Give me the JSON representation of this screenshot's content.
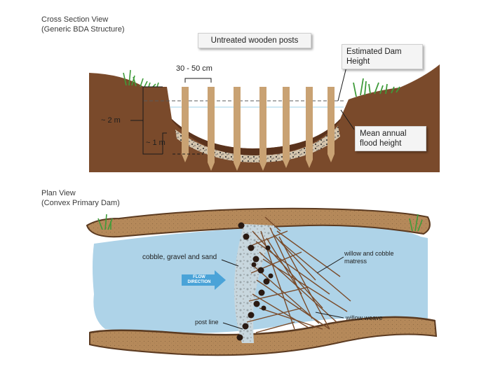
{
  "cross_section": {
    "title_line1": "Cross Section View",
    "title_line2": "(Generic BDA Structure)",
    "callout_posts": "Untreated wooden posts",
    "callout_dam_height_line1": "Estimated Dam",
    "callout_dam_height_line2": "Height",
    "callout_flood_line1": "Mean annual",
    "callout_flood_line2": "flood height",
    "spacing_label": "30 - 50 cm",
    "depth_2m": "~ 2 m",
    "depth_1m": "~ 1 m"
  },
  "plan_view": {
    "title_line1": "Plan View",
    "title_line2": "(Convex Primary Dam)",
    "label_cobble": "cobble, gravel and sand",
    "label_willow_mattress_line1": "willow and cobble",
    "label_willow_mattress_line2": "matress",
    "label_willow_weave": "willow weave",
    "label_post_line": "post line",
    "flow_line1": "FLOW",
    "flow_line2": "DIRECTION"
  },
  "colors": {
    "soil": "#7a4a2b",
    "soil_dark": "#6a3f24",
    "bank_tan": "#b5895a",
    "water": "#aed3e8",
    "grass": "#3f9b3a",
    "post": "#c9a273",
    "flow_arrow": "#4aa3d8"
  }
}
